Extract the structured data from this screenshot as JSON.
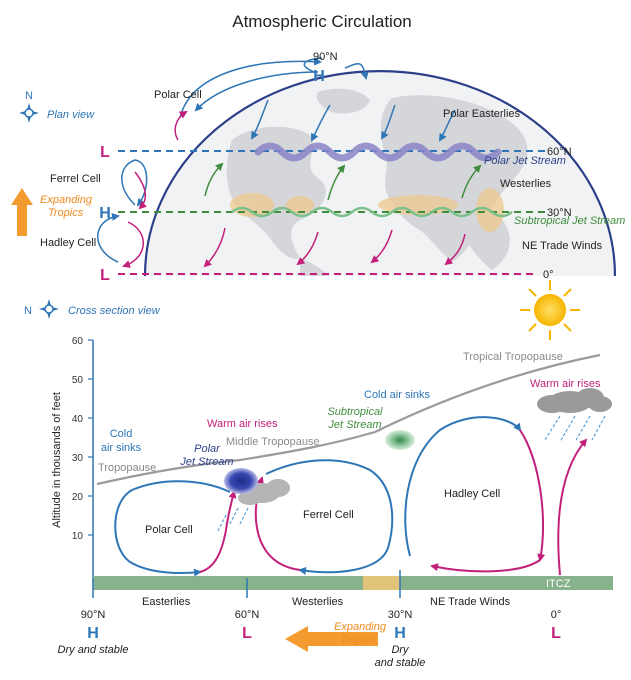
{
  "title": "Atmospheric Circulation",
  "plan_view": {
    "compass_n": "N",
    "label": "Plan view",
    "north_pole": "90°N",
    "pole_H": "H",
    "cells": [
      "Polar Cell",
      "Ferrel Cell",
      "Hadley Cell"
    ],
    "winds": [
      "Polar Easterlies",
      "Westerlies",
      "NE Trade Winds"
    ],
    "latitudes": [
      "60°N",
      "30°N",
      "0°"
    ],
    "jets": [
      "Polar Jet Stream",
      "Subtropical Jet Stream"
    ],
    "pressure_left": [
      "L",
      "H",
      "L"
    ],
    "expanding": "Expanding Tropics"
  },
  "cross_section": {
    "compass_n": "N",
    "label": "Cross section view",
    "y_axis_label": "Altitude in thousands of feet",
    "y_ticks": [
      "60",
      "50",
      "40",
      "30",
      "20",
      "10"
    ],
    "tropopauses": [
      "Tropical Tropopause",
      "Middle Tropopause",
      "Tropopause"
    ],
    "annotations": [
      "Cold air sinks",
      "Warm air rises",
      "Cold air sinks",
      "Warm air rises"
    ],
    "jets": [
      "Polar Jet Stream",
      "Subtropical Jet Stream"
    ],
    "cells": [
      "Polar Cell",
      "Ferrel Cell",
      "Hadley Cell"
    ],
    "itcz": "ITCZ",
    "surface_winds": [
      "Easterlies",
      "Westerlies",
      "NE Trade Winds"
    ],
    "latitudes": [
      "90°N",
      "60°N",
      "30°N",
      "0°"
    ],
    "pressure": [
      "H",
      "L",
      "H",
      "L"
    ],
    "pole_note": "Dry and stable",
    "subtropic_note_1": "Dry",
    "subtropic_note_2": "and stable",
    "expanding_1": "Expanding",
    "expanding_2": "Tropics"
  },
  "colors": {
    "blue": "#2e76b6",
    "magenta": "#c3207c",
    "green": "#3f8d3c",
    "navy": "#2b3f8a",
    "orange": "#f08a1d",
    "ground": "#7fae85"
  }
}
